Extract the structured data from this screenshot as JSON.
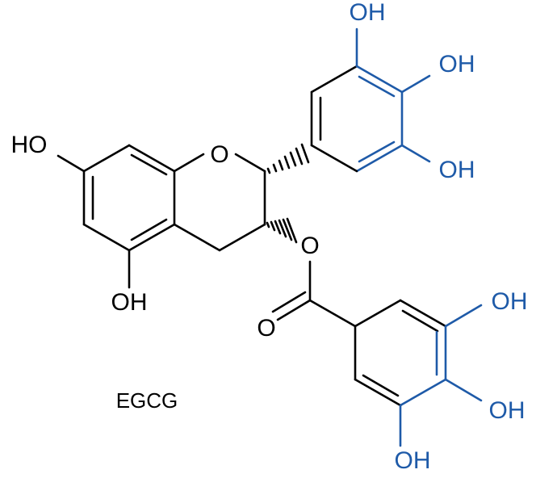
{
  "molecule": {
    "name": "EGCG",
    "colors": {
      "bond": "#000000",
      "highlight": "#1e5aa8"
    }
  },
  "atoms": {
    "ring_oxygen": "O",
    "ester_oxygen": "O",
    "carbonyl_oxygen": "O",
    "a_ring_oh_7": "HO",
    "a_ring_oh_5": "OH",
    "b_ring_oh_top": "OH",
    "b_ring_oh_mid": "OH",
    "b_ring_oh_low": "OH",
    "galloyl_oh_top": "OH",
    "galloyl_oh_mid": "OH",
    "galloyl_oh_bottom": "OH"
  }
}
